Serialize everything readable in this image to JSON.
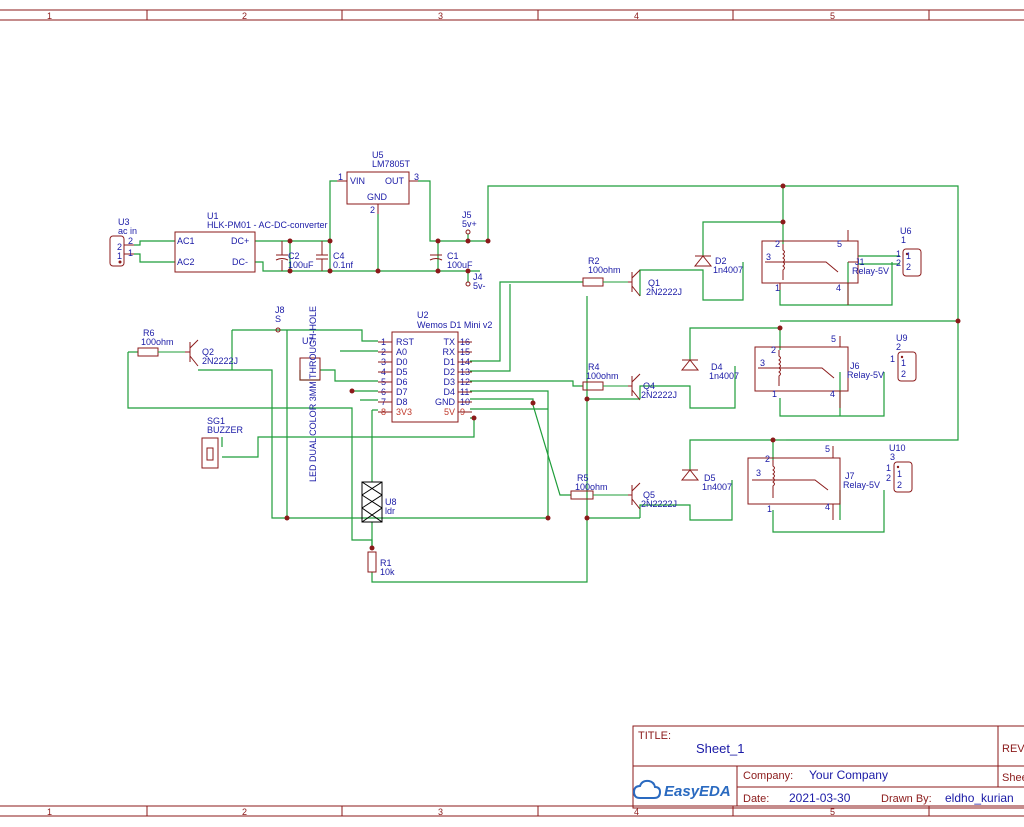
{
  "frame": {
    "columns": [
      "1",
      "2",
      "3",
      "4",
      "5"
    ]
  },
  "title_block": {
    "title_label": "TITLE:",
    "title": "Sheet_1",
    "rev_label": "REV",
    "company_label": "Company:",
    "company": "Your Company",
    "sheet_label": "Shee",
    "date_label": "Date:",
    "date": "2021-03-30",
    "drawn_label": "Drawn By:",
    "drawn_by": "eldho_kurian",
    "logo_text": "EasyEDA"
  },
  "components": {
    "u3": {
      "ref": "U3",
      "value": "ac in",
      "pin2": "2",
      "pin1": "1"
    },
    "u1": {
      "ref": "U1",
      "value": "HLK-PM01 - AC-DC-converter",
      "ac1": "AC1",
      "ac2": "AC2",
      "dcp": "DC+",
      "dcm": "DC-"
    },
    "u5": {
      "ref": "U5",
      "value": "LM7805T",
      "vin": "VIN",
      "out": "OUT",
      "gnd": "GND",
      "p1": "1",
      "p2": "2",
      "p3": "3"
    },
    "c2": {
      "ref": "C2",
      "value": "100uF"
    },
    "c4": {
      "ref": "C4",
      "value": "0.1nf"
    },
    "c1": {
      "ref": "C1",
      "value": "100uF"
    },
    "j5": {
      "ref": "J5",
      "value": "5v+"
    },
    "j4": {
      "ref": "J4",
      "value": "5v-"
    },
    "j8": {
      "ref": "J8",
      "value": "S"
    },
    "u7": {
      "ref": "U7",
      "value": "LED DUAL COLOR 3MM THROUGH-HOLE"
    },
    "u2": {
      "ref": "U2",
      "value": "Wemos D1 Mini v2",
      "left_names": [
        "RST",
        "A0",
        "D0",
        "D5",
        "D6",
        "D7",
        "D8",
        "3V3"
      ],
      "left_nums": [
        "1",
        "2",
        "3",
        "4",
        "5",
        "6",
        "7",
        "8"
      ],
      "right_names": [
        "TX",
        "RX",
        "D1",
        "D2",
        "D3",
        "D4",
        "GND",
        "5V"
      ],
      "right_nums": [
        "16",
        "15",
        "14",
        "13",
        "12",
        "11",
        "10",
        "9"
      ]
    },
    "r6": {
      "ref": "R6",
      "value": "100ohm"
    },
    "q2": {
      "ref": "Q2",
      "value": "2N2222J"
    },
    "sg1": {
      "ref": "SG1",
      "value": "BUZZER"
    },
    "u8": {
      "ref": "U8",
      "value": "ldr"
    },
    "r1": {
      "ref": "R1",
      "value": "10k"
    },
    "r2": {
      "ref": "R2",
      "value": "100ohm"
    },
    "q1": {
      "ref": "Q1",
      "value": "2N2222J"
    },
    "r4": {
      "ref": "R4",
      "value": "100ohm"
    },
    "q4": {
      "ref": "Q4",
      "value": "2N2222J"
    },
    "r5": {
      "ref": "R5",
      "value": "100ohm"
    },
    "q5": {
      "ref": "Q5",
      "value": "2N2222J"
    },
    "d2": {
      "ref": "D2",
      "value": "1n4007"
    },
    "d4": {
      "ref": "D4",
      "value": "1n4007"
    },
    "d5": {
      "ref": "D5",
      "value": "1n4007"
    },
    "j1": {
      "ref": "J1",
      "value": "Relay-5V"
    },
    "j6": {
      "ref": "J6",
      "value": "Relay-5V"
    },
    "j7": {
      "ref": "J7",
      "value": "Relay-5V"
    },
    "u6": {
      "ref": "U6",
      "pin_top": "1"
    },
    "u9": {
      "ref": "U9",
      "pin_top": "2"
    },
    "u10": {
      "ref": "U10",
      "pin_top": "3"
    },
    "relay_pins": {
      "p1": "1",
      "p2": "2",
      "p3": "3",
      "p4": "4",
      "p5": "5"
    },
    "header_pins": {
      "p1": "1",
      "p2": "2"
    }
  },
  "colors": {
    "wire": "#1f9d3a",
    "component": "#8b1a1a",
    "label": "#1a1aa6",
    "frame": "#8b1a1a"
  }
}
